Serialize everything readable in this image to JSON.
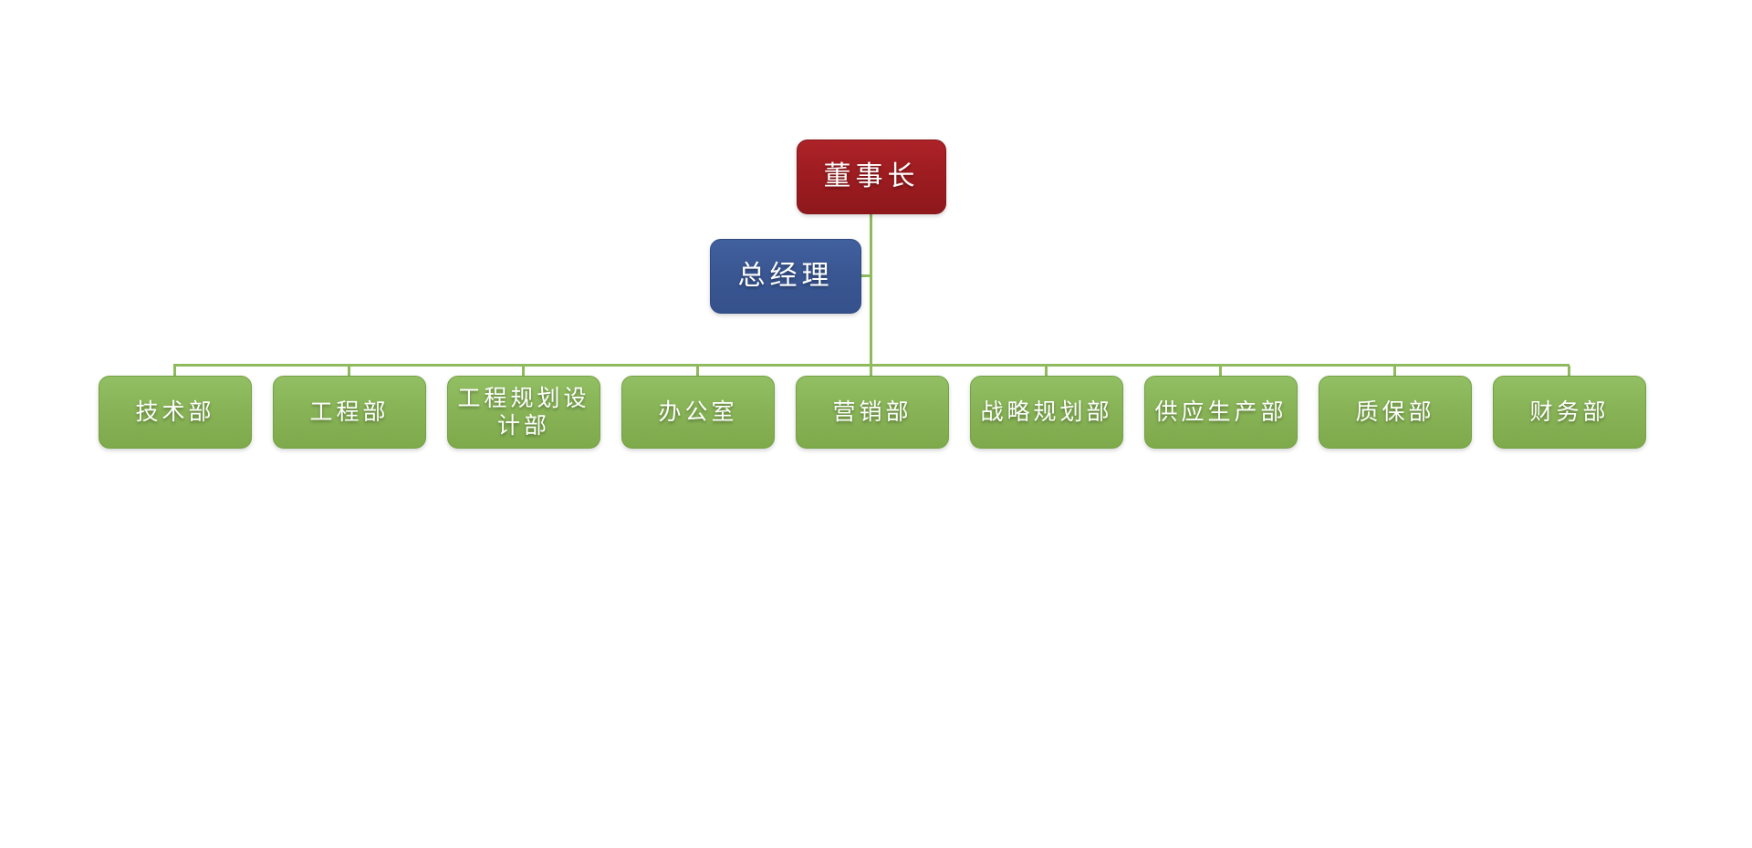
{
  "diagram": {
    "type": "org-chart",
    "root": {
      "id": "chairman",
      "label": "董事长"
    },
    "assistant": {
      "id": "general-manager",
      "label": "总经理"
    },
    "departments": [
      {
        "label": "技术部"
      },
      {
        "label": "工程部"
      },
      {
        "label": "工程规划设\n计部"
      },
      {
        "label": "办公室"
      },
      {
        "label": "营销部"
      },
      {
        "label": "战略规划部"
      },
      {
        "label": "供应生产部"
      },
      {
        "label": "质保部"
      },
      {
        "label": "财务部"
      }
    ],
    "colors": {
      "chairman_box": "#9E1C20",
      "general_manager_box": "#3A5793",
      "department_box": "#88B457",
      "connector_line": "#8FBA5E",
      "text": "#FFFFFF",
      "background": "#FFFFFF"
    }
  }
}
